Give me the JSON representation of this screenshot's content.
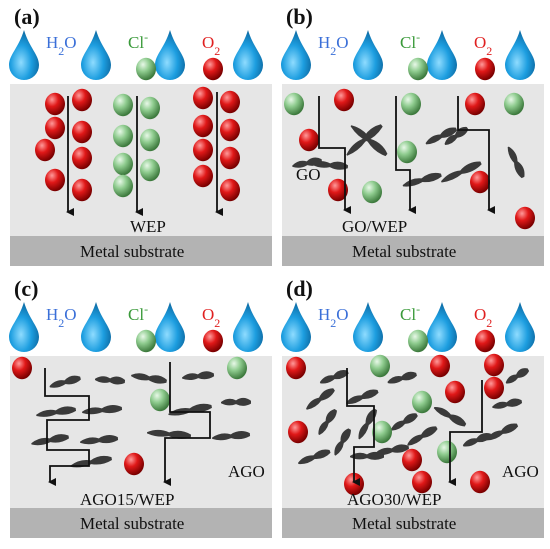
{
  "legend": {
    "h2o": "H",
    "h2o_sub": "2",
    "h2o_tail": "O",
    "cl": "Cl",
    "cl_sup": "-",
    "o2": "O",
    "o2_sub": "2"
  },
  "substrate": "Metal substrate",
  "panels": [
    {
      "tag": "(a)",
      "coating": "WEP",
      "filler": ""
    },
    {
      "tag": "(b)",
      "coating": "GO/WEP",
      "filler": "GO"
    },
    {
      "tag": "(c)",
      "coating": "AGO15/WEP",
      "filler": "AGO"
    },
    {
      "tag": "(d)",
      "coating": "AGO30/WEP",
      "filler": "AGO"
    }
  ],
  "colors": {
    "water_drop": "#1a9ad6",
    "chloride": "#7dc07d",
    "oxygen": "#d81818",
    "coating": "#e6e6e6",
    "substrate": "#b3b3b3",
    "flake": "#3a3a3a"
  }
}
